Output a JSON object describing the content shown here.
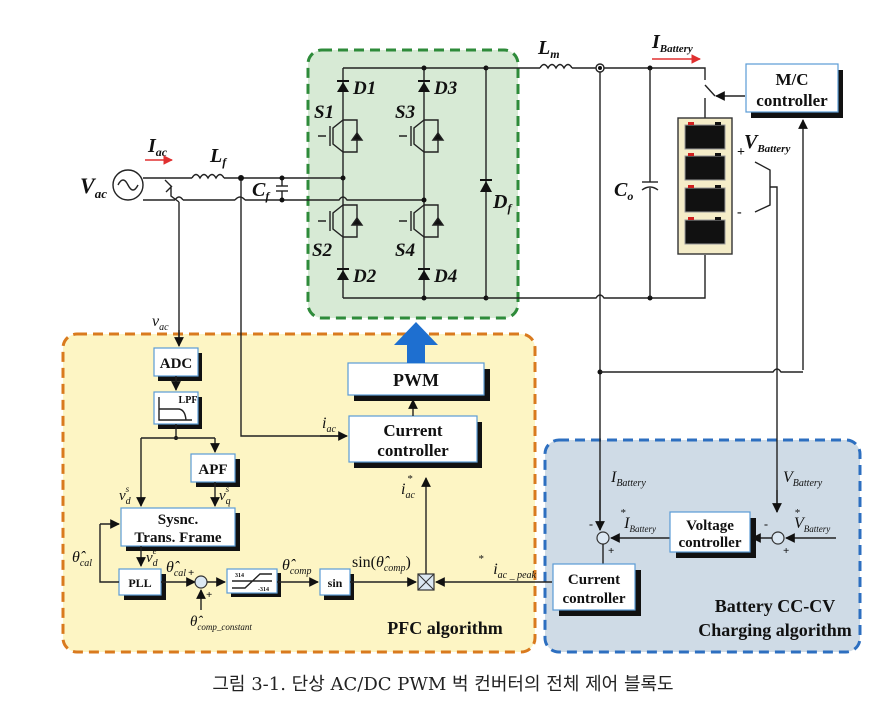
{
  "figure": {
    "caption": "그림 3-1. 단상 AC/DC PWM 벅 컨버터의 전체 제어 블록도"
  },
  "regions": {
    "power_stage": {
      "color": "#2e8b3a",
      "fill": "#d7ead5"
    },
    "pfc": {
      "label": "PFC algorithm",
      "color": "#d97a1e",
      "fill": "#fdf5c4"
    },
    "battery_algo": {
      "label_line1": "Battery CC-CV",
      "label_line2": "Charging algorithm",
      "color": "#2d6fc0",
      "fill": "#cfdbe6"
    }
  },
  "circuit": {
    "source": {
      "main": "V",
      "sub": "ac"
    },
    "input_current": {
      "main": "I",
      "sub": "ac"
    },
    "filter_inductor": {
      "main": "L",
      "sub": "f"
    },
    "filter_capacitor": {
      "main": "C",
      "sub": "f"
    },
    "switches": [
      "S1",
      "S2",
      "S3",
      "S4"
    ],
    "diodes": [
      "D1",
      "D2",
      "D3",
      "D4"
    ],
    "freewheel_diode": {
      "main": "D",
      "sub": "f"
    },
    "output_inductor": {
      "main": "L",
      "sub": "m"
    },
    "output_capacitor": {
      "main": "C",
      "sub": "o"
    },
    "battery_current": {
      "main": "I",
      "sub": "Battery"
    },
    "battery_voltage": {
      "main": "V",
      "sub": "Battery",
      "plus": "+",
      "minus": "-"
    },
    "arrow_color": "#e03030"
  },
  "blocks": {
    "mc_controller": {
      "line1": "M/C",
      "line2": "controller"
    },
    "adc": "ADC",
    "lpf": "LPF",
    "apf": "APF",
    "sync_frame": {
      "line1": "Sysnc.",
      "line2": "Trans. Frame"
    },
    "pll": "PLL",
    "limiter": {
      "upper": "314",
      "lower": "-314"
    },
    "sin": "sin",
    "pwm": "PWM",
    "pfc_current_controller": {
      "line1": "Current",
      "line2": "controller"
    },
    "voltage_controller": {
      "line1": "Voltage",
      "line2": "controller"
    },
    "battery_current_controller": {
      "line1": "Current",
      "line2": "controller"
    }
  },
  "signals": {
    "v_ac": {
      "main": "v",
      "sub": "ac"
    },
    "i_ac": {
      "main": "i",
      "sub": "ac"
    },
    "v_d_s": {
      "main": "v",
      "sub": "d",
      "sup": "s"
    },
    "v_q_s": {
      "main": "v",
      "sub": "q",
      "sup": "s"
    },
    "v_d_e": {
      "main": "v",
      "sub": "d",
      "sup": "e"
    },
    "theta_cal": {
      "main": "θ̂",
      "sub": "cal"
    },
    "theta_cal_out": {
      "main": "θ̂",
      "sub": "cal"
    },
    "theta_comp": {
      "main": "θ̂",
      "sub": "comp"
    },
    "theta_comp_constant": {
      "main": "θ̂",
      "sub": "comp_constant"
    },
    "sin_theta_comp": {
      "prefix": "sin(",
      "main": "θ̂",
      "sub": "comp",
      "suffix": ")"
    },
    "i_ac_ref": {
      "main": "i",
      "sub": "ac",
      "sup": "*"
    },
    "i_ac_peak_ref": {
      "main": "i",
      "sub": "ac _ peak",
      "sup": "*"
    },
    "i_battery_meas": {
      "main": "I",
      "sub": "Battery"
    },
    "v_battery_meas": {
      "main": "V",
      "sub": "Battery"
    },
    "i_battery_ref": {
      "main": "I",
      "sub": "Battery",
      "sup": "*"
    },
    "v_battery_ref": {
      "main": "V",
      "sub": "Battery",
      "sup": "*"
    },
    "sum_plus": "+",
    "sum_minus": "-"
  }
}
